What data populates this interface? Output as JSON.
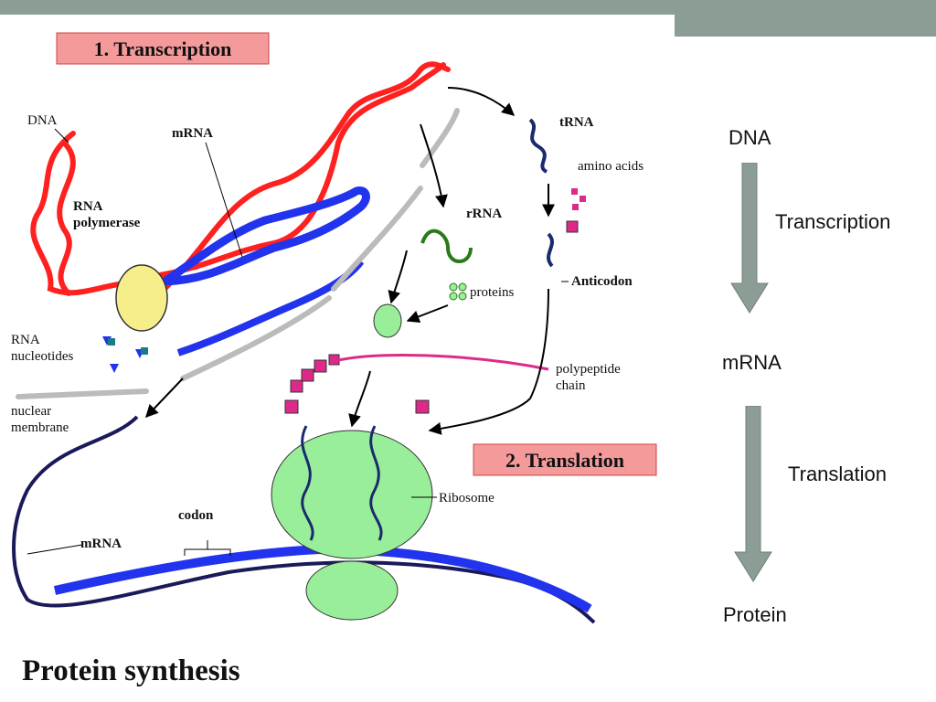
{
  "diagram": {
    "transcription_title": "1. Transcription",
    "translation_title": "2. Translation",
    "caption": "Protein synthesis",
    "labels": {
      "dna": "DNA",
      "mrna_top": "mRNA",
      "rna_polymerase_1": "RNA",
      "rna_polymerase_2": "polymerase",
      "rna_nucleotides_1": "RNA",
      "rna_nucleotides_2": "nucleotides",
      "nuclear_membrane_1": "nuclear",
      "nuclear_membrane_2": "membrane",
      "mrna_bottom": "mRNA",
      "codon": "codon",
      "trna": "tRNA",
      "amino_acids": "amino acids",
      "rrna": "rRNA",
      "proteins": "proteins",
      "anticodon": "Anticodon",
      "polypeptide_1": "polypeptide",
      "polypeptide_2": "chain",
      "ribosome": "Ribosome"
    }
  },
  "flow": {
    "dna": "DNA",
    "transcription": "Transcription",
    "mrna": "mRNA",
    "translation": "Translation",
    "protein": "Protein"
  },
  "colors": {
    "accent_bar": "#8c9d95",
    "dna": "#ff2020",
    "mrna": "#2233ee",
    "trna": "#1a2a6e",
    "rrna": "#2a7a1a",
    "ribosome": "#99ee99",
    "amino_acid": "#dd2a8a",
    "title_box": "#f49a9a"
  }
}
